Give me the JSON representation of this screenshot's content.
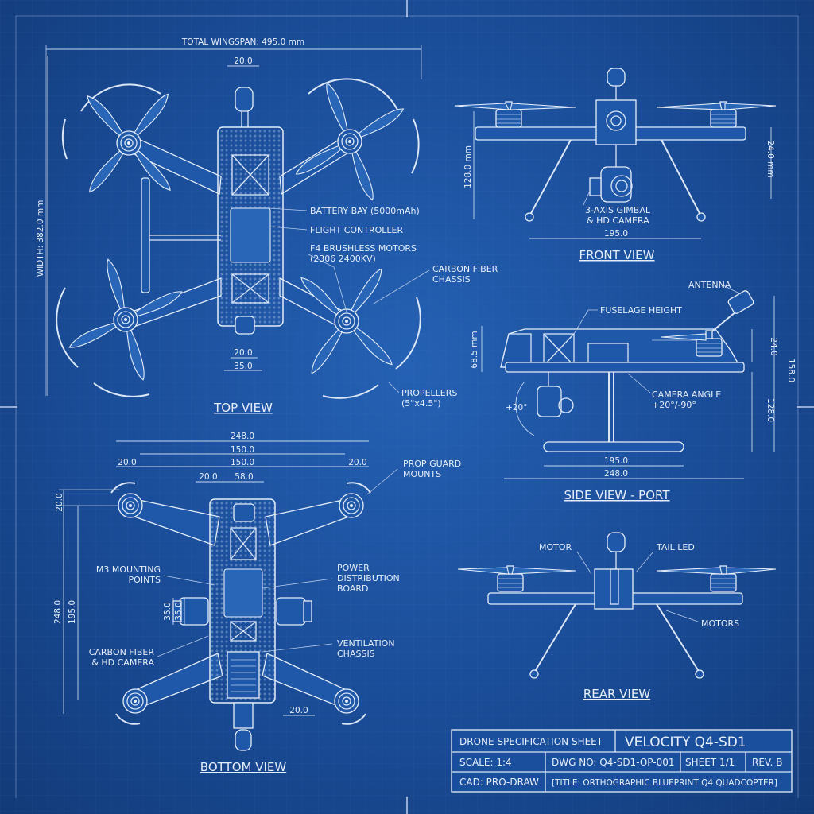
{
  "top_view": {
    "title": "TOP VIEW",
    "dims": {
      "wingspan": "TOTAL WINGSPAN: 495.0 mm",
      "width": "WIDTH: 382.0 mm",
      "cam": "20.0",
      "bay1": "20.0",
      "bay2": "35.0"
    },
    "labels": {
      "battery": "BATTERY BAY (5000mAh)",
      "fc": "FLIGHT CONTROLLER",
      "motors1": "F4 BRUSHLESS MOTORS",
      "motors2": "(2306 2400KV)",
      "chassis1": "CARBON FIBER",
      "chassis2": "CHASSIS",
      "props1": "PROPELLERS",
      "props2": "(5\"x4.5\")"
    }
  },
  "front_view": {
    "title": "FRONT VIEW",
    "dims": {
      "h1": "128.0 mm",
      "h2": "24.0 mm",
      "w": "195.0"
    },
    "labels": {
      "gimbal1": "3-AXIS GIMBAL",
      "gimbal2": "& HD CAMERA"
    }
  },
  "side_view": {
    "title": "SIDE VIEW - PORT",
    "dims": {
      "h": "68.5 mm",
      "a": "24.0",
      "b": "158.0",
      "c": "128.0",
      "w1": "195.0",
      "w2": "248.0",
      "ang": "+20°"
    },
    "labels": {
      "antenna": "ANTENNA",
      "fuselage": "FUSELAGE HEIGHT",
      "cam1": "CAMERA ANGLE",
      "cam2": "+20°/-90°"
    }
  },
  "bottom_view": {
    "title": "BOTTOM VIEW",
    "dims": {
      "w248": "248.0",
      "w150a": "150.0",
      "w150b": "150.0",
      "l20": "20.0",
      "r20": "20.0",
      "c20": "20.0",
      "c58": "58.0",
      "v20": "20.0",
      "v248": "248.0",
      "v195": "195.0",
      "v35a": "35.0",
      "v35b": "35.0",
      "b20": "20.0"
    },
    "labels": {
      "guard1": "PROP GUARD",
      "guard2": "MOUNTS",
      "m3a": "M3 MOUNTING",
      "m3b": "POINTS",
      "pdb1": "POWER",
      "pdb2": "DISTRIBUTION",
      "pdb3": "BOARD",
      "cf1": "CARBON FIBER",
      "cf2": "& HD CAMERA",
      "vent1": "VENTILATION",
      "vent2": "CHASSIS"
    }
  },
  "rear_view": {
    "title": "REAR VIEW",
    "labels": {
      "motor": "MOTOR",
      "tail": "TAIL LED",
      "motors": "MOTORS"
    }
  },
  "title_block": {
    "sheet_label": "DRONE SPECIFICATION SHEET",
    "model": "VELOCITY Q4-SD1",
    "scale": "SCALE: 1:4",
    "dwg": "DWG NO: Q4-SD1-OP-001",
    "sheet": "SHEET 1/1",
    "rev": "REV. B",
    "cad": "CAD: PRO-DRAW",
    "title": "[TITLE: ORTHOGRAPHIC BLUEPRINT Q4 QUADCOPTER]"
  },
  "colors": {
    "background": "#1b4f9c",
    "line": "#dbe6f7"
  }
}
